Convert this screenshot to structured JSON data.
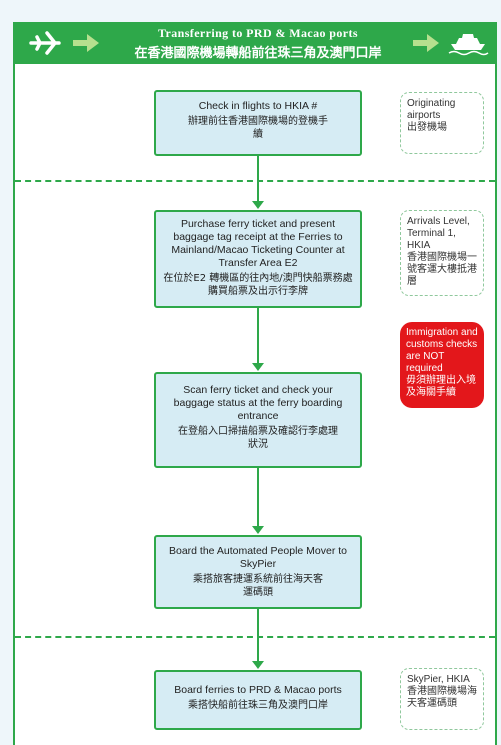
{
  "header": {
    "title_en": "Transferring to PRD & Macao ports",
    "title_zh": "在香港國際機場轉船前往珠三角及澳門口岸",
    "colors": {
      "accent": "#2ea84a",
      "box": "#d6ecf4",
      "warning": "#e3171b"
    }
  },
  "steps": [
    {
      "en": "Check in flights to HKIA #",
      "zh": "辦理前往香港國際機場的登機手續"
    },
    {
      "en": "Purchase ferry ticket and present baggage tag receipt at the Ferries to Mainland/Macao Ticketing Counter at Transfer Area E2",
      "zh": "在位於E2 轉機區的往內地/澳門快船票務處購買船票及出示行李牌"
    },
    {
      "en": "Scan ferry ticket and check your baggage status at the ferry boarding entrance",
      "zh": "在登船入口掃描船票及確認行李處理狀況"
    },
    {
      "en": "Board the Automated People Mover to SkyPier",
      "zh": "乘搭旅客捷運系統前往海天客運碼頭"
    },
    {
      "en": "Board ferries to PRD & Macao ports",
      "zh": "乘搭快船前往珠三角及澳門口岸"
    }
  ],
  "notes": {
    "origin": {
      "en": "Originating airports",
      "zh": "出發機場"
    },
    "arrivals": {
      "en": "Arrivals Level, Terminal 1, HKIA",
      "zh": "香港國際機場一號客運大樓抵港層"
    },
    "immigration": {
      "en": "Immigration and customs checks are NOT required",
      "zh": "毋須辦理出入境及海關手續"
    },
    "skypier": {
      "en": "SkyPier, HKIA",
      "zh": "香港國際機場海天客運碼頭"
    }
  }
}
